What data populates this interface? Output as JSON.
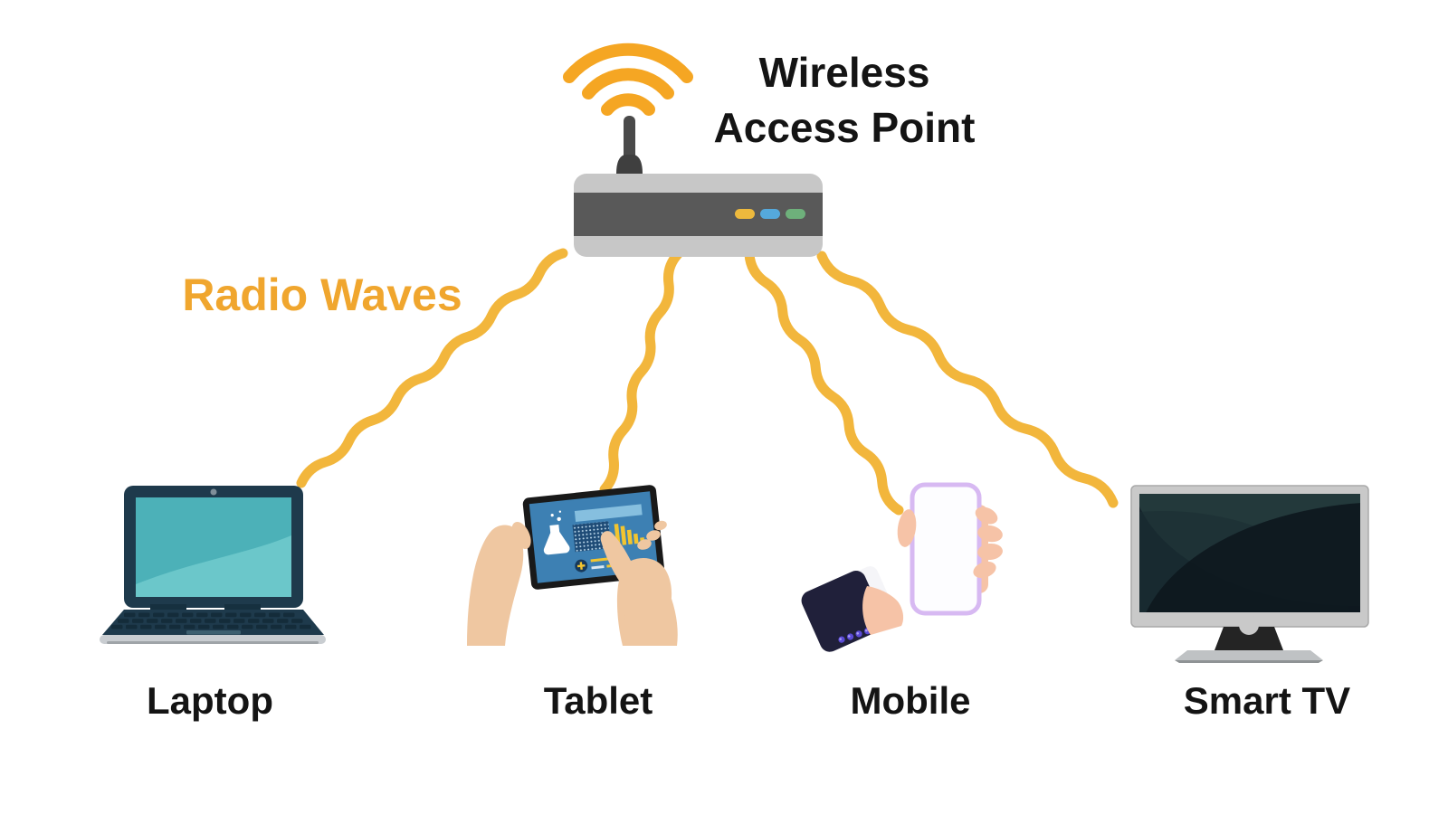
{
  "access_point": {
    "title_line1": "Wireless",
    "title_line2": "Access Point",
    "icon": "wifi-signal-icon",
    "leds": [
      {
        "name": "led-orange",
        "color": "#EDB93D"
      },
      {
        "name": "led-blue",
        "color": "#55A9DC"
      },
      {
        "name": "led-green",
        "color": "#6EB07B"
      }
    ]
  },
  "connection": {
    "label": "Radio Waves",
    "label_color": "#F0A62E",
    "wave_color": "#F2B63C",
    "wifi_arc_color": "#F5A623"
  },
  "devices": [
    {
      "id": "laptop",
      "label": "Laptop"
    },
    {
      "id": "tablet",
      "label": "Tablet"
    },
    {
      "id": "mobile",
      "label": "Mobile"
    },
    {
      "id": "smart-tv",
      "label": "Smart TV"
    }
  ],
  "colors": {
    "background": "#FFFFFF",
    "heading_text": "#141414",
    "router_body": "#C7C7C7",
    "router_band": "#595959",
    "laptop_screen": "#4CB1B8",
    "tablet_screen": "#3D80B3",
    "phone_border": "#D7B9F2",
    "skin": "#EFC7A1"
  }
}
